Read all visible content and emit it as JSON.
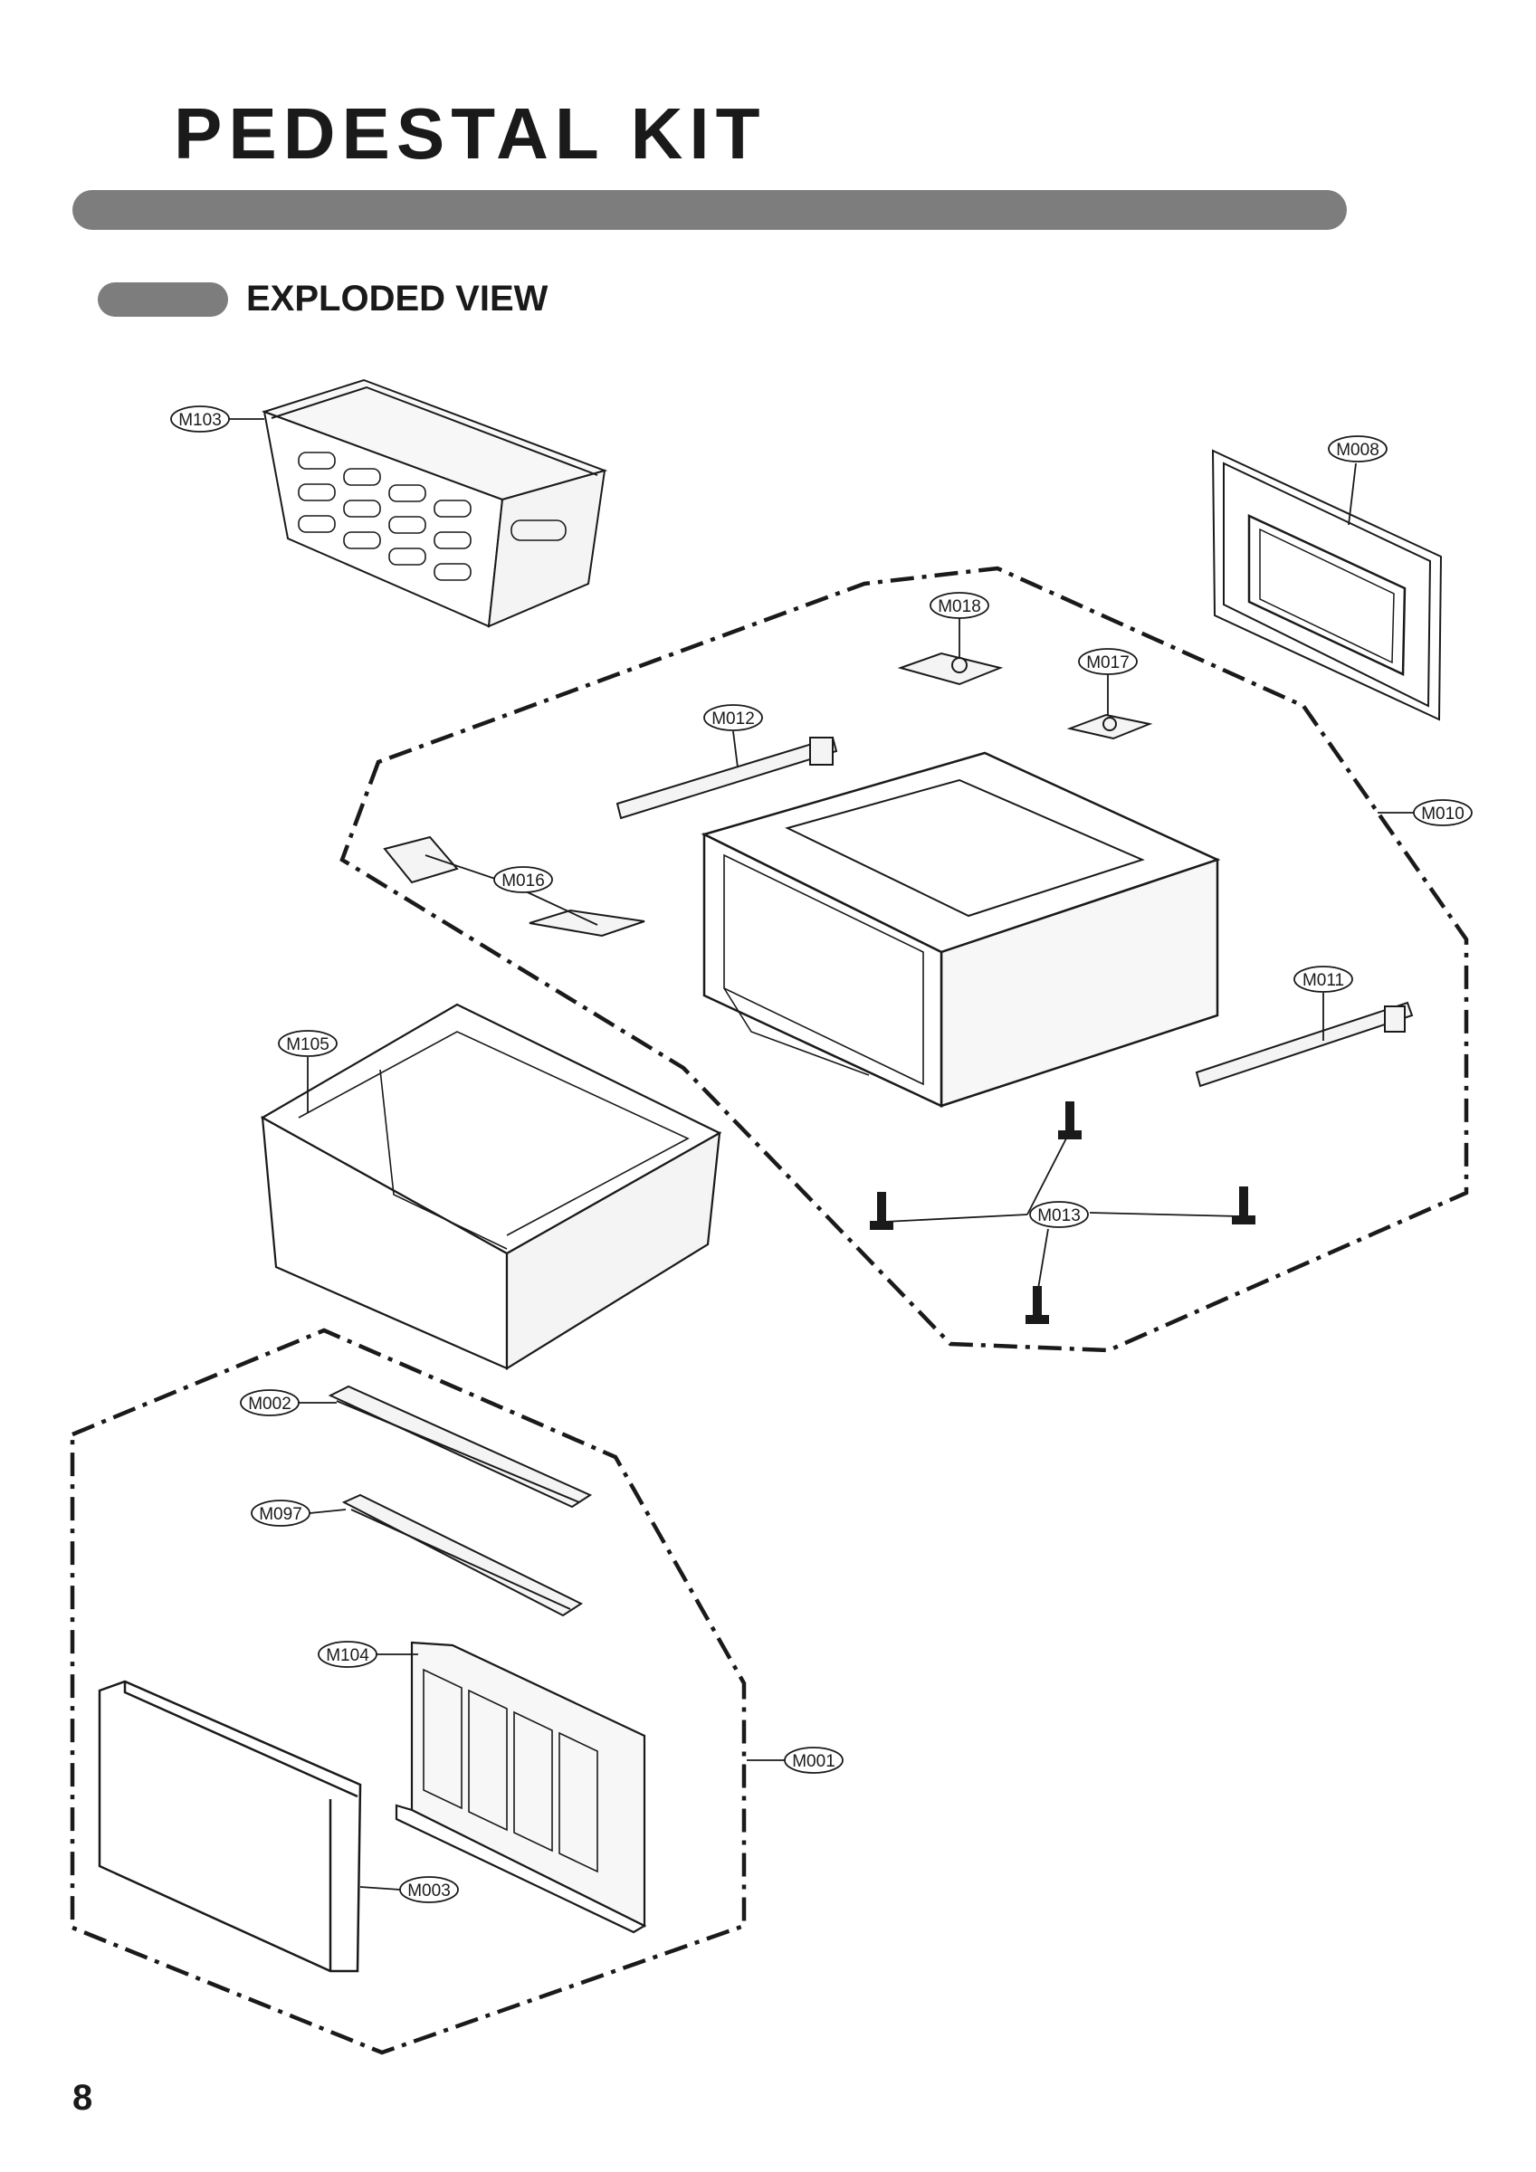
{
  "page": {
    "title": "PEDESTAL KIT",
    "section_title": "EXPLODED VIEW",
    "page_number": "8"
  },
  "parts": {
    "m103": "M103",
    "m008": "M008",
    "m018": "M018",
    "m017": "M017",
    "m012": "M012",
    "m010": "M010",
    "m016": "M016",
    "m011": "M011",
    "m105": "M105",
    "m013": "M013",
    "m002": "M002",
    "m097": "M097",
    "m104": "M104",
    "m001": "M001",
    "m003": "M003"
  }
}
